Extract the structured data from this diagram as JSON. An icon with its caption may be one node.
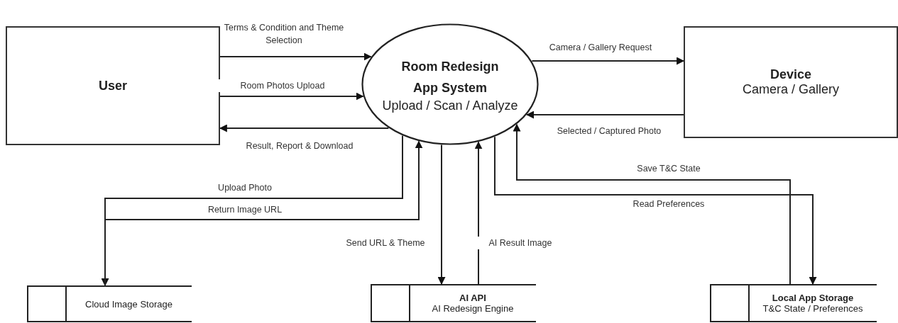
{
  "diagram": {
    "nodes": [
      {
        "text": [
          "User"
        ]
      },
      {
        "text": [
          "Room Redesign App System",
          "Upload / Scan / Analyze"
        ]
      },
      {
        "text": [
          "Device",
          "Camera / Gallery"
        ]
      },
      {
        "text": [
          "Cloud Image Storage"
        ]
      },
      {
        "text": [
          "AI API",
          "AI Redesign Engine"
        ]
      },
      {
        "text": [
          "Local App Storage",
          "T&C State / Preferences"
        ]
      }
    ],
    "edges": [
      {
        "from": 0,
        "to": 1,
        "arrow": "to",
        "label": "Terms & Condition and Theme Selection"
      },
      {
        "from": 0,
        "to": 1,
        "arrow": "to",
        "label": "Room Photos Upload"
      },
      {
        "from": 1,
        "to": 0,
        "arrow": "to",
        "label": "Result, Report & Download"
      },
      {
        "from": 1,
        "to": 2,
        "arrow": "to",
        "label": "Camera / Gallery Request"
      },
      {
        "from": 2,
        "to": 1,
        "arrow": "to",
        "label": "Selected / Captured Photo"
      },
      {
        "from": 1,
        "to": 3,
        "arrow": "to",
        "label": "Upload Photo"
      },
      {
        "from": 3,
        "to": 1,
        "arrow": "to",
        "label": "Return Image URL"
      },
      {
        "from": 1,
        "to": 4,
        "arrow": "to",
        "label": "Send URL & Theme"
      },
      {
        "from": 4,
        "to": 1,
        "arrow": "to",
        "label": "AI Result Image"
      },
      {
        "from": 5,
        "to": 1,
        "arrow": "to",
        "label": "Save T&C State"
      },
      {
        "from": 1,
        "to": 5,
        "arrow": "to",
        "label": "Read Preferences"
      }
    ]
  }
}
